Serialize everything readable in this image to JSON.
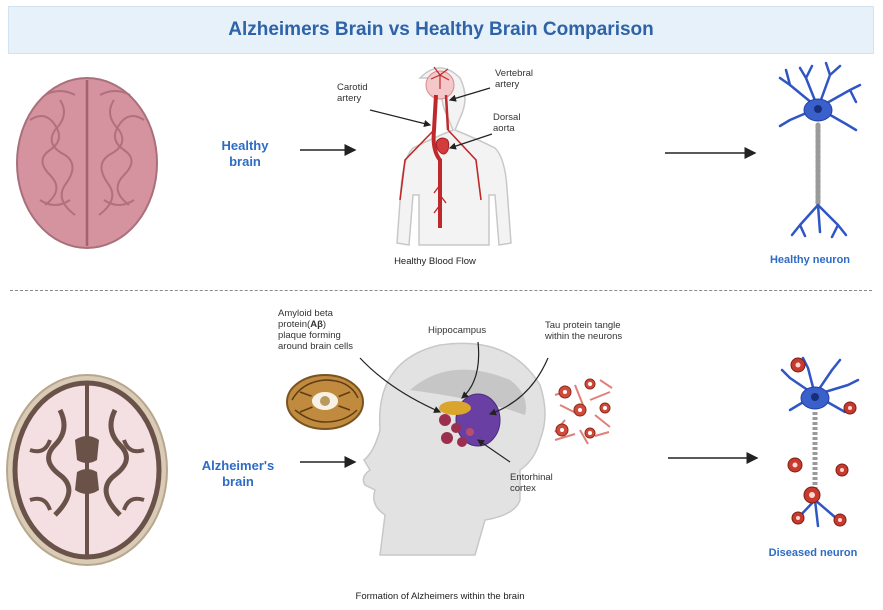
{
  "title": "Alzheimers Brain vs Healthy Brain Comparison",
  "healthy": {
    "brain_label_line1": "Healthy",
    "brain_label_line2": "brain",
    "artery_labels": {
      "carotid_line1": "Carotid",
      "carotid_line2": "artery",
      "vertebral_line1": "Vertebral",
      "vertebral_line2": "artery",
      "aorta_line1": "Dorsal",
      "aorta_line2": "aorta"
    },
    "caption": "Healthy Blood Flow",
    "neuron_label": "Healthy neuron"
  },
  "alzheimers": {
    "brain_label_line1": "Alzheimer's",
    "brain_label_line2": "brain",
    "amyloid_line1": "Amyloid beta",
    "amyloid_line2": "protein(",
    "amyloid_symbol": "Aβ",
    "amyloid_line2_end": ")",
    "amyloid_line3": "plaque forming",
    "amyloid_line4": "around  brain cells",
    "hippocampus": "Hippocampus",
    "tau_line1": "Tau protein tangle",
    "tau_line2": "within the neurons",
    "entorhinal_line1": "Entorhinal",
    "entorhinal_line2": "cortex",
    "caption": "Formation of Alzheimers within the brain",
    "neuron_label": "Diseased neuron"
  },
  "colors": {
    "title_text": "#2f63a8",
    "title_bg": "#e6f1fa",
    "label_blue": "#2e6bc4",
    "artery_red": "#c0292b",
    "neuron_blue": "#2f56c4",
    "plaque_red": "#c93a2e",
    "brain_pink": "#d99aa3"
  }
}
